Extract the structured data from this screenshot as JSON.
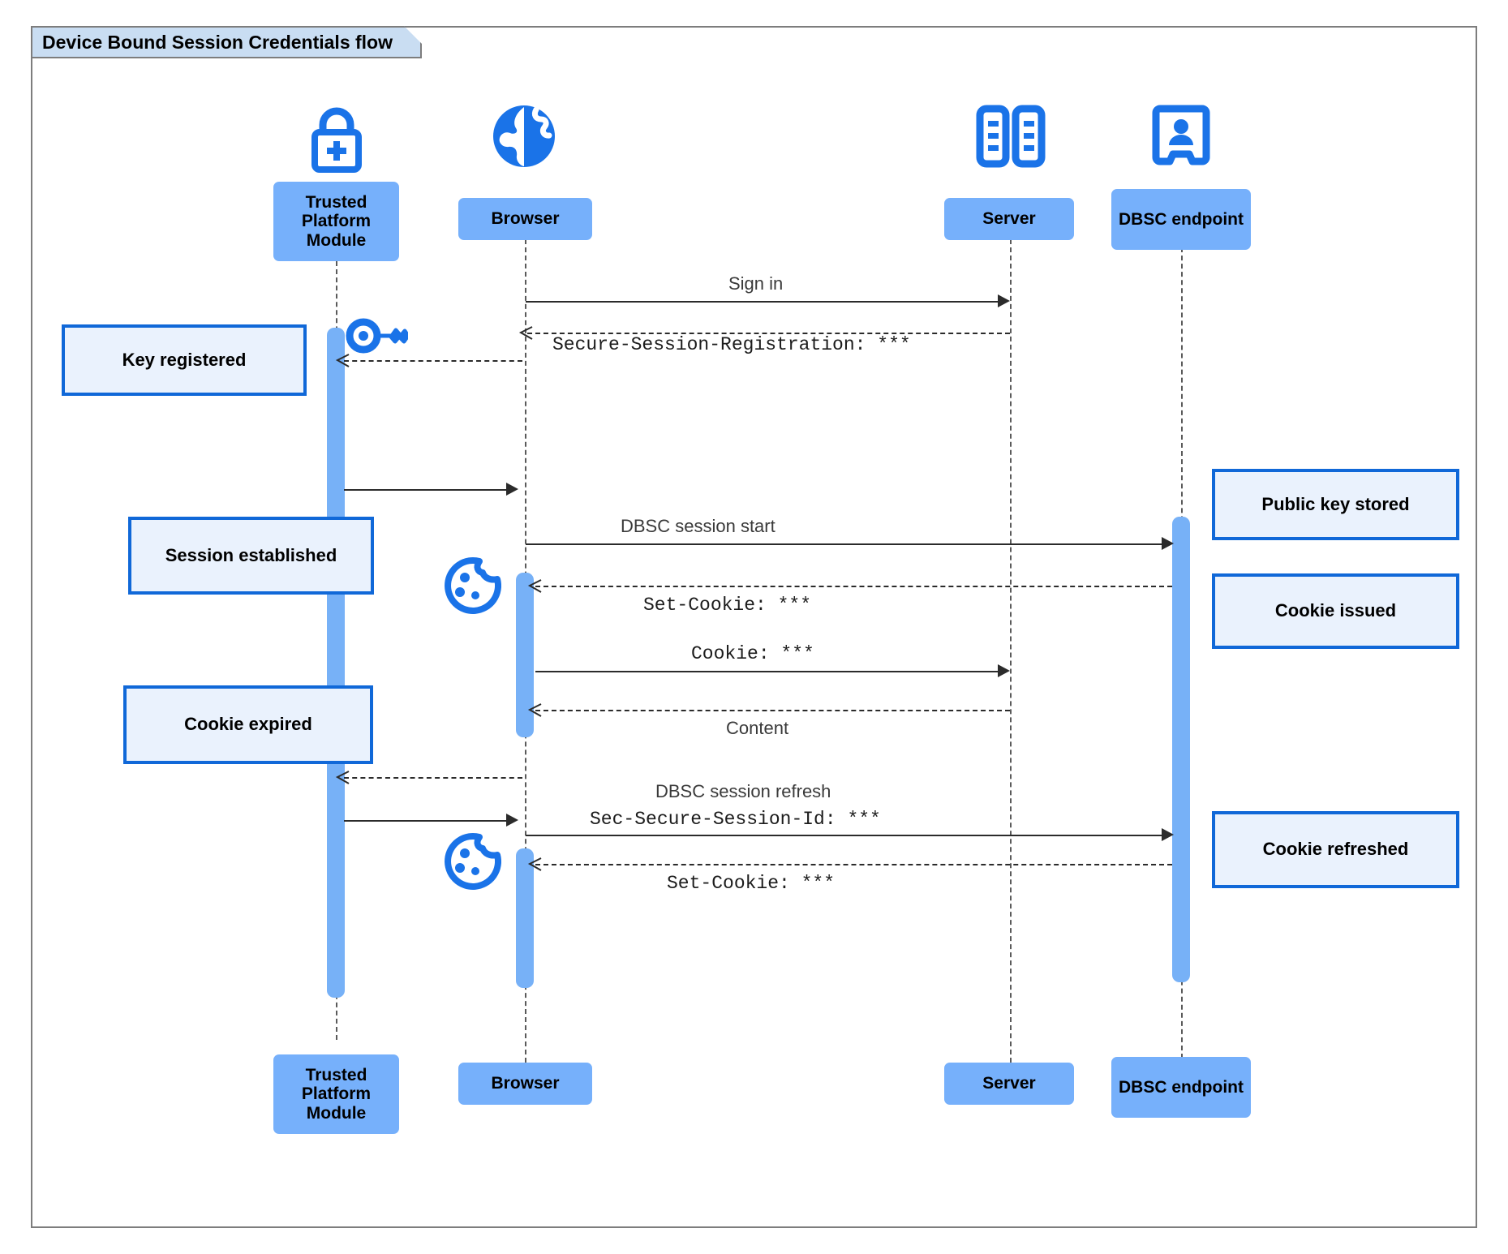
{
  "diagram": {
    "title": "Device Bound Session Credentials flow",
    "type": "uml-sequence"
  },
  "colors": {
    "participant_fill": "#76b0fb",
    "note_fill": "#eaf2fd",
    "note_border": "#1068d8",
    "activation_fill": "#77b1f7",
    "icon_blue": "#1a73e8",
    "frame_border": "#7d7d7d",
    "title_fill": "#c9ddf2",
    "line": "#2b2b2b"
  },
  "participants": [
    {
      "id": "tpm",
      "label": "Trusted Platform Module",
      "icon": "lock-plus-icon"
    },
    {
      "id": "browser",
      "label": "Browser",
      "icon": "globe-icon"
    },
    {
      "id": "server",
      "label": "Server",
      "icon": "server-rack-icon"
    },
    {
      "id": "dbsc",
      "label": "DBSC endpoint",
      "icon": "id-badge-icon"
    }
  ],
  "messages": [
    {
      "id": "m1",
      "label": "Sign in",
      "style": "sans",
      "arrow": "solid",
      "from": "browser",
      "to": "server"
    },
    {
      "id": "m2",
      "label": "Secure-Session-Registration: ***",
      "style": "mono",
      "arrow": "dashed",
      "from": "server",
      "to": "browser"
    },
    {
      "id": "m3",
      "label": "",
      "style": "sans",
      "arrow": "solid",
      "from": "tpm",
      "to": "browser"
    },
    {
      "id": "m4",
      "label": "DBSC session start",
      "style": "sans",
      "arrow": "solid",
      "from": "browser",
      "to": "dbsc"
    },
    {
      "id": "m5",
      "label": "Set-Cookie: ***",
      "style": "mono",
      "arrow": "dashed",
      "from": "dbsc",
      "to": "browser"
    },
    {
      "id": "m6",
      "label": "Cookie: ***",
      "style": "mono",
      "arrow": "solid",
      "from": "browser",
      "to": "server"
    },
    {
      "id": "m7",
      "label": "Content",
      "style": "sans",
      "arrow": "dashed",
      "from": "server",
      "to": "browser"
    },
    {
      "id": "m8",
      "label": "",
      "style": "sans",
      "arrow": "dashed",
      "from": "browser",
      "to": "tpm"
    },
    {
      "id": "m9",
      "label": "",
      "style": "sans",
      "arrow": "solid",
      "from": "tpm",
      "to": "browser"
    },
    {
      "id": "m10",
      "label_top": "DBSC session refresh",
      "label_bottom": "Sec-Secure-Session-Id: ***",
      "style": "mixed",
      "arrow": "solid",
      "from": "browser",
      "to": "dbsc"
    },
    {
      "id": "m11",
      "label": "Set-Cookie: ***",
      "style": "mono",
      "arrow": "dashed",
      "from": "dbsc",
      "to": "browser"
    }
  ],
  "notes": [
    {
      "id": "n1",
      "text": "Key registered",
      "side": "left",
      "attached_to": "tpm"
    },
    {
      "id": "n2",
      "text": "Session established",
      "side": "left",
      "attached_to": "tpm"
    },
    {
      "id": "n3",
      "text": "Cookie expired",
      "side": "left",
      "attached_to": "tpm"
    },
    {
      "id": "n4",
      "text": "Public key stored",
      "side": "right",
      "attached_to": "dbsc"
    },
    {
      "id": "n5",
      "text": "Cookie issued",
      "side": "right",
      "attached_to": "dbsc"
    },
    {
      "id": "n6",
      "text": "Cookie refreshed",
      "side": "right",
      "attached_to": "dbsc"
    }
  ],
  "inline_icons": [
    {
      "id": "key1",
      "name": "key-icon",
      "near": "tpm"
    },
    {
      "id": "cookie1",
      "name": "cookie-icon",
      "near": "browser"
    },
    {
      "id": "cookie2",
      "name": "cookie-icon",
      "near": "browser"
    }
  ]
}
